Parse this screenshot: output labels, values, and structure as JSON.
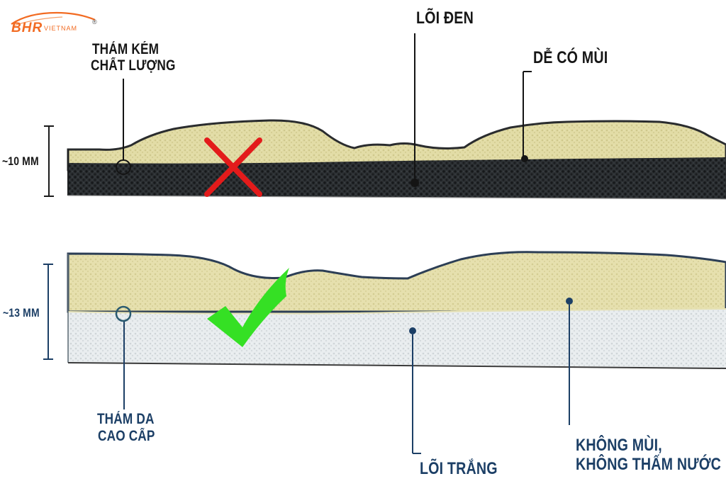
{
  "logo": {
    "text": "BHR",
    "sub": "VIETNAM",
    "mark": "®",
    "accent": "#f26b22"
  },
  "colors": {
    "dark_label": "#161616",
    "blue_label": "#1c3f66",
    "foam_yellow": "#e4deaa",
    "core_black": "#2b2e31",
    "core_white": "#e8ecee",
    "cross": "#e31b1b",
    "check": "#34e024"
  },
  "top_sample": {
    "label_left": [
      "THẢM KÉM",
      "CHẤT LƯỢNG"
    ],
    "label_core": "LÕI ĐEN",
    "label_smell": "DỄ CÓ MÙI",
    "thickness": "~10 MM",
    "verdict_icon": "cross-icon"
  },
  "bottom_sample": {
    "label_left": [
      "THẢM DA",
      "CAO CẤP"
    ],
    "label_core": "LÕI TRẮNG",
    "label_props": [
      "KHÔNG MÙI,",
      "KHÔNG THẤM NƯỚC"
    ],
    "thickness": "~13 MM",
    "verdict_icon": "check-icon"
  }
}
